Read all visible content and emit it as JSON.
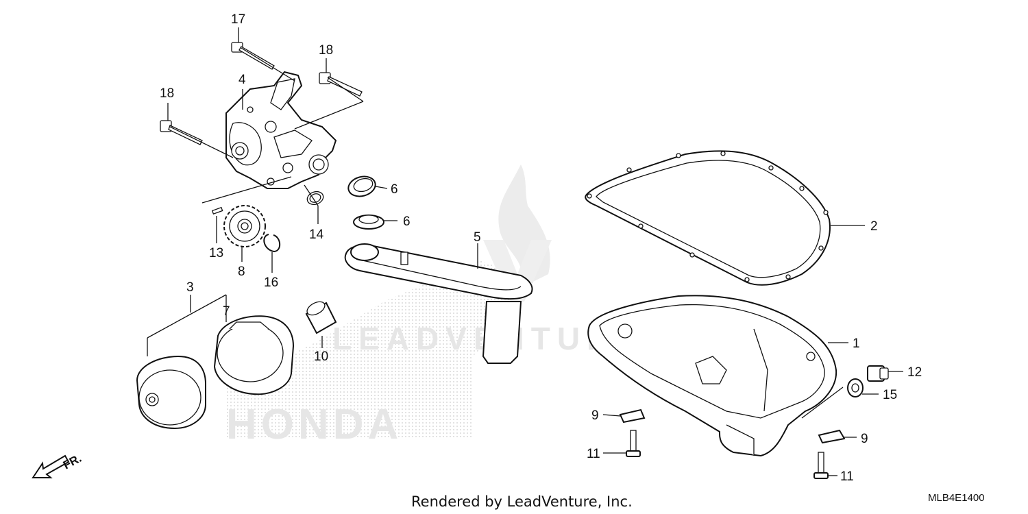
{
  "diagram": {
    "watermark": {
      "brand": "LEADVENTURE",
      "make": "HONDA"
    },
    "callouts": {
      "c1": "1",
      "c2": "2",
      "c3": "3",
      "c4": "4",
      "c5": "5",
      "c6a": "6",
      "c6b": "6",
      "c7": "7",
      "c8": "8",
      "c9a": "9",
      "c9b": "9",
      "c10": "10",
      "c11a": "11",
      "c11b": "11",
      "c12": "12",
      "c13": "13",
      "c14": "14",
      "c15": "15",
      "c16": "16",
      "c17": "17",
      "c18a": "18",
      "c18b": "18"
    },
    "front_marker": "FR.",
    "footer": "Rendered by LeadVenture, Inc.",
    "diagram_code": "MLB4E1400"
  },
  "icons": {
    "front_arrow": "front-arrow-icon"
  }
}
